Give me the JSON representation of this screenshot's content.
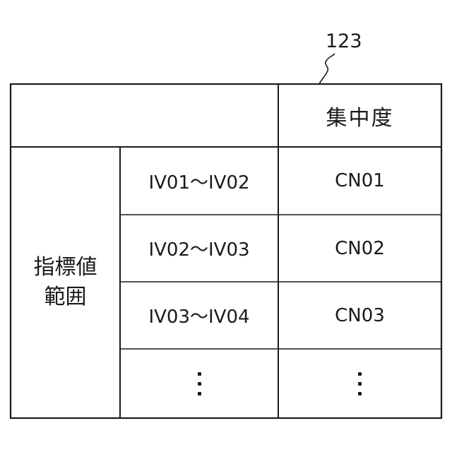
{
  "reference_numeral": "123",
  "table": {
    "header": {
      "corner": "",
      "column": "集中度"
    },
    "row_header": [
      "指標値",
      "範囲"
    ],
    "rows": [
      {
        "range": "IV01～IV02",
        "concentration": "CN01"
      },
      {
        "range": "IV02～IV03",
        "concentration": "CN02"
      },
      {
        "range": "IV03～IV04",
        "concentration": "CN03"
      }
    ],
    "continuation": {
      "range": "⋮",
      "concentration": "⋮"
    }
  }
}
